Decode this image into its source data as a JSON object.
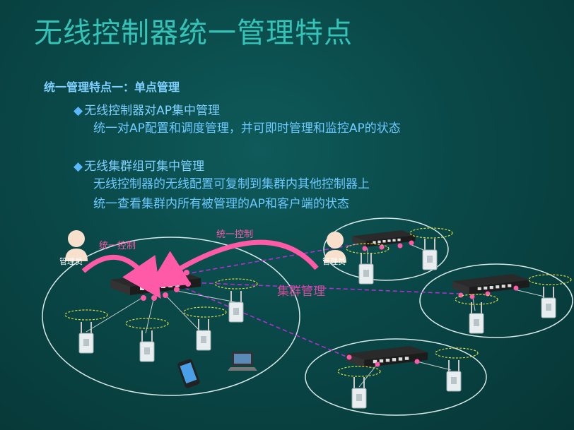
{
  "title": "无线控制器统一管理特点",
  "subtitle": "统一管理特点一：单点管理",
  "bullets": [
    {
      "heading": "无线控制器对AP集中管理",
      "lines": [
        "统一对AP配置和调度管理，并可即时管理和监控AP的状态"
      ]
    },
    {
      "heading": "无线集群组可集中管理",
      "lines": [
        "无线控制器的无线配置可复制到集群内其他控制器上",
        "统一查看集群内所有被管理的AP和客户端的状态"
      ]
    }
  ],
  "diagram": {
    "admin_left_label": "管理员",
    "admin_right_label": "管理员",
    "control_label_1": "统一控制",
    "control_label_2": "统一控制",
    "cluster_label": "集群管理"
  },
  "colors": {
    "title": "#35c3b7",
    "text": "#7fd0ff",
    "arrow": "#ff5aa8",
    "cluster_line": "#b030d0",
    "circle": "#d8e8e8",
    "ap_ring": "#d8d840"
  }
}
